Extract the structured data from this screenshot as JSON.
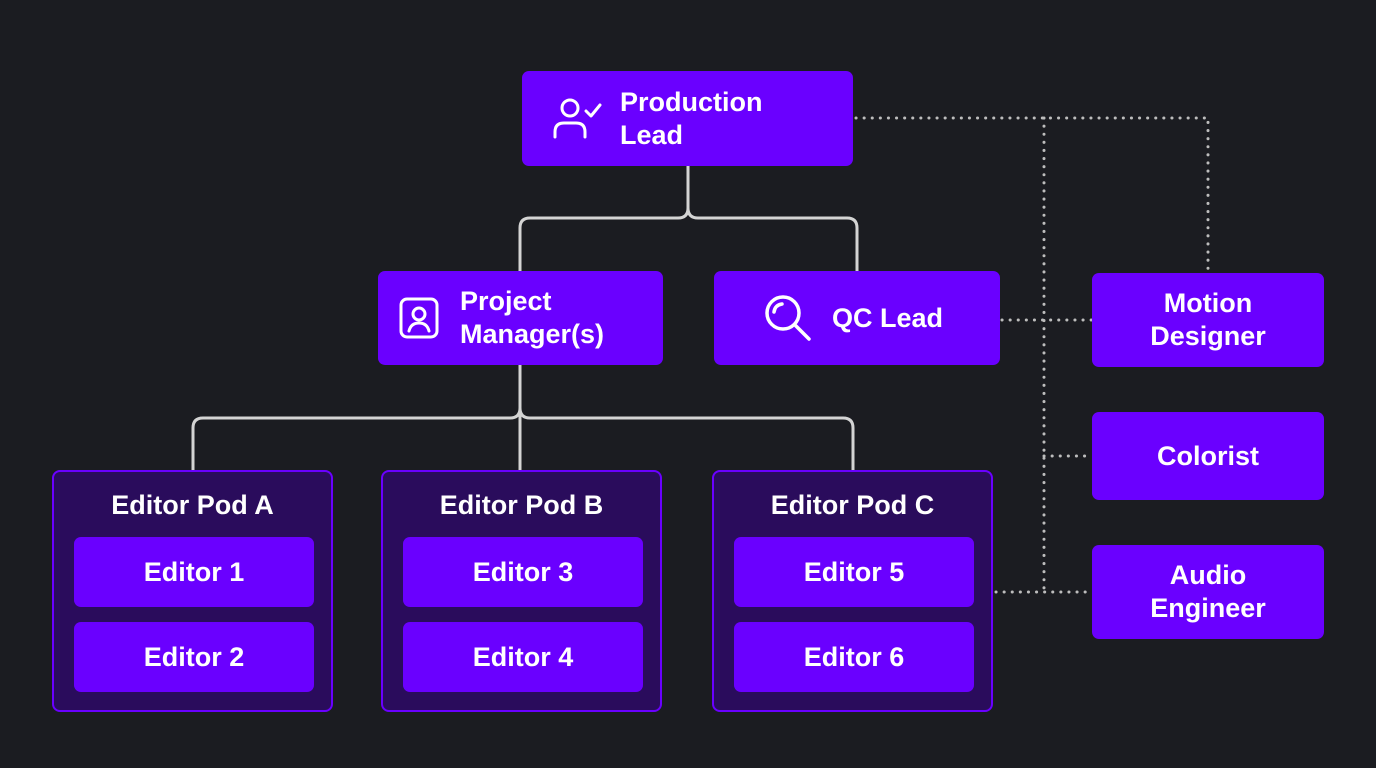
{
  "colors": {
    "background": "#1b1c21",
    "node_fill": "#6a00ff",
    "pod_fill": "#2a0c5c",
    "pod_border": "#6a00ff",
    "solid_connector": "#d4d4d4",
    "dotted_connector": "#bdbdbd",
    "text": "#ffffff"
  },
  "nodes": {
    "production_lead": {
      "label": "Production\nLead",
      "icon": "user-check-icon"
    },
    "project_manager": {
      "label": "Project\nManager(s)",
      "icon": "user-badge-icon"
    },
    "qc_lead": {
      "label": "QC Lead",
      "icon": "magnifier-icon"
    },
    "motion_designer": {
      "label": "Motion\nDesigner"
    },
    "colorist": {
      "label": "Colorist"
    },
    "audio_engineer": {
      "label": "Audio\nEngineer"
    }
  },
  "pods": [
    {
      "title": "Editor Pod A",
      "editors": [
        "Editor 1",
        "Editor 2"
      ]
    },
    {
      "title": "Editor Pod B",
      "editors": [
        "Editor 3",
        "Editor 4"
      ]
    },
    {
      "title": "Editor Pod C",
      "editors": [
        "Editor 5",
        "Editor 6"
      ]
    }
  ]
}
